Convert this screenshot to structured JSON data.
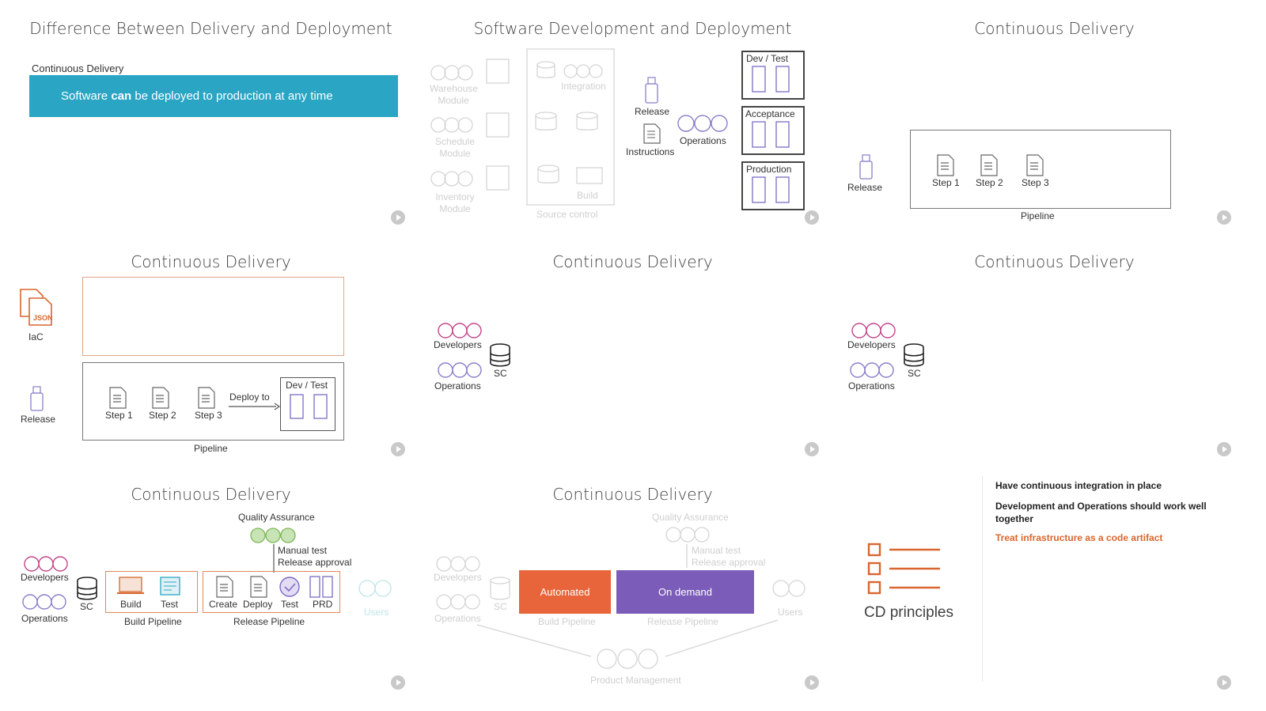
{
  "p1": {
    "title": "Difference Between Delivery and Deployment",
    "label": "Continuous Delivery",
    "banner_pre": "Software ",
    "banner_bold": "can",
    "banner_post": " be deployed to production at any time"
  },
  "p2": {
    "title": "Software Development and Deployment",
    "modules": [
      "Warehouse Module",
      "Schedule Module",
      "Inventory Module"
    ],
    "integration": "Integration",
    "build": "Build",
    "source_control": "Source control",
    "release": "Release",
    "instructions": "Instructions",
    "operations": "Operations",
    "envs": [
      "Dev / Test",
      "Acceptance",
      "Production"
    ]
  },
  "p3": {
    "title": "Continuous Delivery",
    "release": "Release",
    "steps": [
      "Step 1",
      "Step 2",
      "Step 3"
    ],
    "pipeline": "Pipeline"
  },
  "p4": {
    "title": "Continuous Delivery",
    "iac": "IaC",
    "json": "JSON",
    "release": "Release",
    "steps": [
      "Step 1",
      "Step 2",
      "Step 3"
    ],
    "deploy_to": "Deploy to",
    "dev_test": "Dev / Test",
    "pipeline": "Pipeline"
  },
  "p5": {
    "title": "Continuous Delivery",
    "developers": "Developers",
    "operations": "Operations",
    "sc": "SC"
  },
  "p6": {
    "title": "Continuous Delivery",
    "developers": "Developers",
    "operations": "Operations",
    "sc": "SC"
  },
  "p7": {
    "title": "Continuous Delivery",
    "developers": "Developers",
    "operations": "Operations",
    "sc": "SC",
    "qa": "Quality Assurance",
    "manual_test": "Manual test",
    "release_approval": "Release approval",
    "build_steps": [
      "Build",
      "Test"
    ],
    "release_steps": [
      "Create",
      "Deploy",
      "Test",
      "PRD"
    ],
    "build_pipeline": "Build Pipeline",
    "release_pipeline": "Release Pipeline",
    "users": "Users"
  },
  "p8": {
    "title": "Continuous Delivery",
    "developers": "Developers",
    "operations": "Operations",
    "sc": "SC",
    "qa": "Quality Assurance",
    "manual_test": "Manual test",
    "release_approval": "Release approval",
    "automated": "Automated",
    "on_demand": "On demand",
    "build_pipeline": "Build Pipeline",
    "release_pipeline": "Release Pipeline",
    "users": "Users",
    "product_management": "Product Management"
  },
  "p9": {
    "cd_principles": "CD principles",
    "principles": [
      "Have continuous integration in place",
      "Development and Operations should work well together",
      "Treat infrastructure as a code artifact"
    ]
  },
  "colors": {
    "teal": "#2aa6c4",
    "orange": "#e8643a",
    "purple": "#7b5cb8",
    "text_orange": "#d9662e",
    "server": "#7b6cc4"
  }
}
